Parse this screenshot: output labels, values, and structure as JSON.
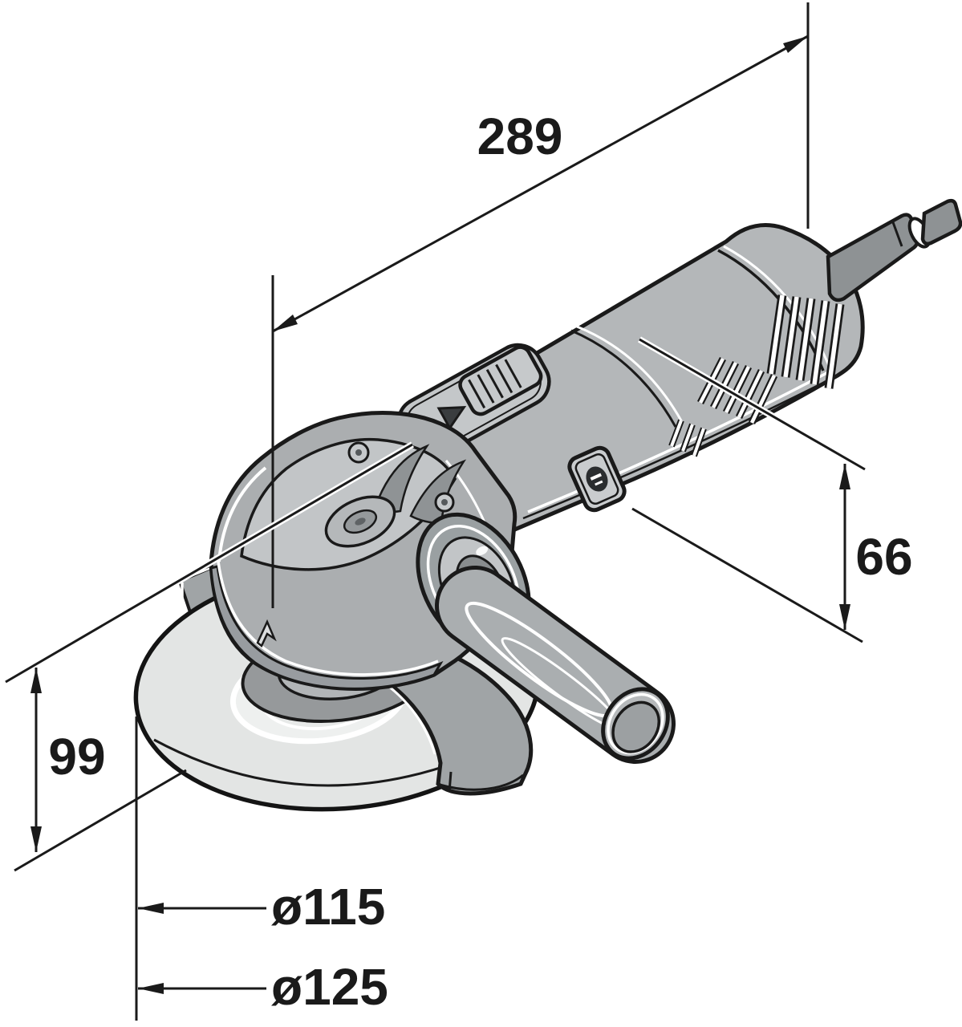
{
  "drawing": {
    "subject": "angle-grinder-technical-dimension-drawing",
    "background": "#ffffff",
    "line_color": "#1a1a1a"
  },
  "dimensions": {
    "overall_length": {
      "label": "289"
    },
    "housing_height": {
      "label": "66"
    },
    "head_height": {
      "label": "99"
    },
    "disc_diameter_small": {
      "label": "ø115"
    },
    "disc_diameter_large": {
      "label": "ø125"
    }
  },
  "colors": {
    "body_gray": "#b4b7b9",
    "light_gray": "#c4c7c9",
    "dark_gray": "#8e9294",
    "guard_gray": "#a0a4a6",
    "disc_gray": "#e3e5e4",
    "highlight": "#ffffff"
  }
}
